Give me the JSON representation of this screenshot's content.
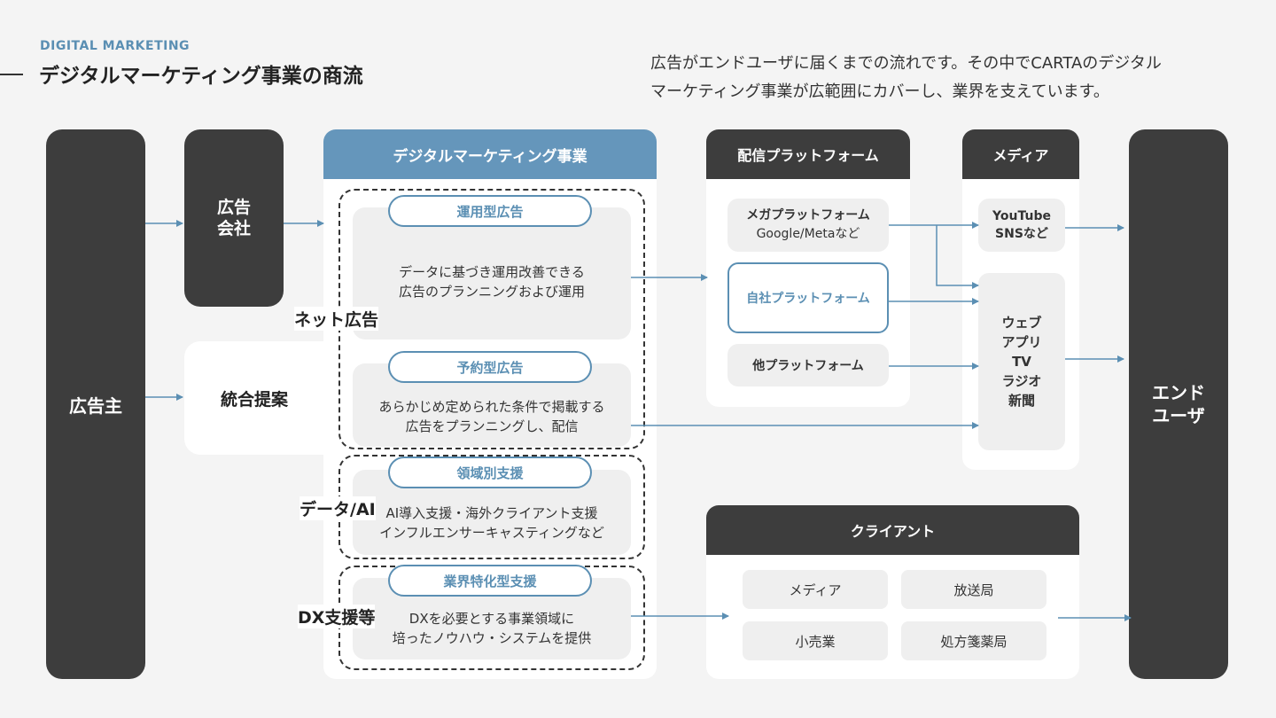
{
  "header": {
    "eyebrow": "DIGITAL MARKETING",
    "title": "デジタルマーケティング事業の商流",
    "desc_line1": "広告がエンドユーザに届くまでの流れです。その中でCARTAのデジタル",
    "desc_line2": "マーケティング事業が広範囲にカバーし、業界を支えています。"
  },
  "advertiser": "広告主",
  "agency": {
    "line1": "広告",
    "line2": "会社"
  },
  "integrated": "統合提案",
  "dm": {
    "title": "デジタルマーケティング事業",
    "label_net": "ネット広告",
    "label_data": "データ/AI",
    "label_dx": "DX支援等",
    "ops": {
      "title": "運用型広告",
      "line1": "データに基づき運用改善できる",
      "line2": "広告のプランニングおよび運用"
    },
    "reserved": {
      "title": "予約型広告",
      "line1": "あらかじめ定められた条件で掲載する",
      "line2": "広告をプランニングし、配信"
    },
    "domain": {
      "title": "領域別支援",
      "line1": "AI導入支援・海外クライアント支援",
      "line2": "インフルエンサーキャスティングなど"
    },
    "industry": {
      "title": "業界特化型支援",
      "line1": "DXを必要とする事業領域に",
      "line2": "培ったノウハウ・システムを提供"
    }
  },
  "platform": {
    "title": "配信プラットフォーム",
    "mega_line1": "メガプラットフォーム",
    "mega_line2": "Google/Metaなど",
    "own": "自社プラットフォーム",
    "other": "他プラットフォーム"
  },
  "media": {
    "title": "メディア",
    "youtube_line1": "YouTube",
    "youtube_line2": "SNSなど",
    "list": [
      "ウェブ",
      "アプリ",
      "TV",
      "ラジオ",
      "新聞"
    ]
  },
  "client": {
    "title": "クライアント",
    "items": [
      "メディア",
      "放送局",
      "小売業",
      "処方箋薬局"
    ]
  },
  "enduser": {
    "line1": "エンド",
    "line2": "ユーザ"
  },
  "colors": {
    "accent": "#5b8fb3",
    "dark": "#3d3d3d",
    "arrow": "#5b8fb3"
  }
}
